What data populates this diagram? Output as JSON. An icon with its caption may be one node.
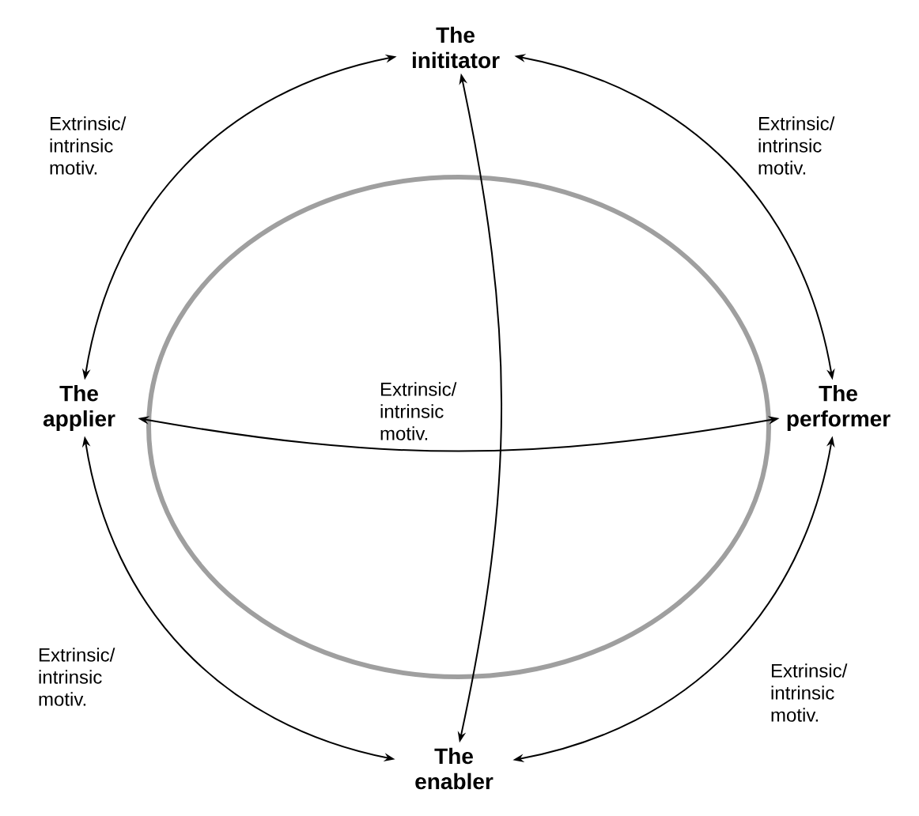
{
  "diagram": {
    "nodes": [
      {
        "text": [
          "The inititator"
        ]
      },
      {
        "text": [
          "The applier"
        ]
      },
      {
        "text": [
          "The performer"
        ]
      },
      {
        "text": [
          "The enabler"
        ]
      }
    ],
    "edges": [
      {
        "from": 0,
        "to": 2,
        "arrow": "both",
        "label": "Extrinsic/ intrinsic motiv."
      },
      {
        "from": 0,
        "to": 1,
        "arrow": "both",
        "label": "Extrinsic/ intrinsic motiv."
      },
      {
        "from": 1,
        "to": 3,
        "arrow": "both",
        "label": "Extrinsic/ intrinsic motiv."
      },
      {
        "from": 3,
        "to": 2,
        "arrow": "both",
        "label": "Extrinsic/ intrinsic motiv."
      },
      {
        "from": 0,
        "to": 3,
        "arrow": "both"
      },
      {
        "from": 1,
        "to": 2,
        "arrow": "both"
      }
    ],
    "labels": [
      "Extrinsic/ intrinsic motiv."
    ]
  }
}
